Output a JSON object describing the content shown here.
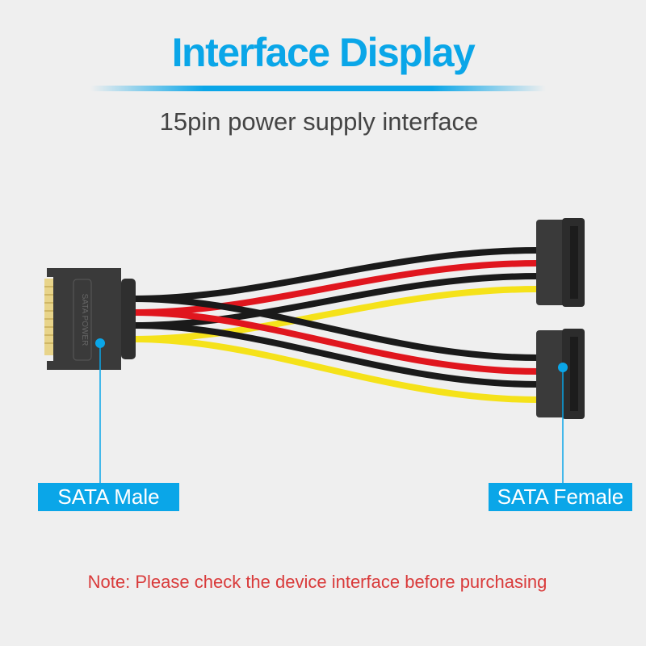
{
  "header": {
    "title": "Interface Display",
    "subtitle": "15pin power supply interface"
  },
  "product": {
    "connector_text": "SATA POWER",
    "callouts": [
      {
        "label": "SATA Male"
      },
      {
        "label": "SATA Female"
      }
    ],
    "wire_colors": [
      "#1a1a1a",
      "#e0161e",
      "#1a1a1a",
      "#f5e21a"
    ]
  },
  "note": "Note: Please check the device interface before purchasing",
  "colors": {
    "accent": "#0aa6e8",
    "note": "#d93a3a",
    "background": "#efefef"
  }
}
